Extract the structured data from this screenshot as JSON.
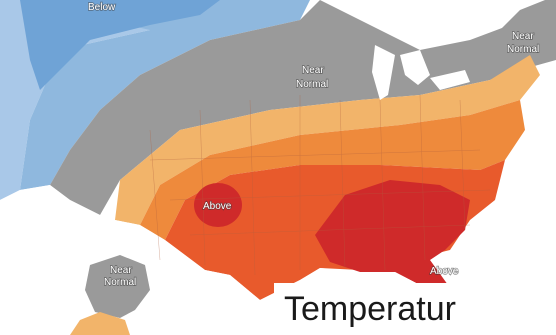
{
  "map": {
    "caption": "Temperatur",
    "regions": [
      {
        "name": "below",
        "label": "Below",
        "color": "#8fb8de"
      },
      {
        "name": "below-core",
        "label": "",
        "color": "#6fa3d6"
      },
      {
        "name": "near-normal",
        "label": "Near\nNormal",
        "color": "#9a9a9a"
      },
      {
        "name": "above-light",
        "label": "",
        "color": "#f2a860"
      },
      {
        "name": "above",
        "label": "Above",
        "color": "#e8582e"
      },
      {
        "name": "above-core",
        "label": "Above",
        "color": "#cf2a2a"
      }
    ],
    "labels": {
      "top_below": "Below",
      "near_normal_1": "Near",
      "near_normal_2": "Normal",
      "ne_near": "Near",
      "ne_normal": "Normal",
      "texas_above": "Above",
      "florida_above": "Above",
      "alaska_near": "Near",
      "alaska_normal": "Normal"
    },
    "colors": {
      "below_light": "#a9c8e8",
      "below_mid": "#8fb8de",
      "below_dark": "#6fa3d6",
      "near_normal": "#9a9a9a",
      "above_light": "#f2b46a",
      "above_mid": "#ee8a3c",
      "above": "#e85a2c",
      "above_dark": "#cf2a2a",
      "lakes": "#ffffff",
      "state_lines": "#b06040"
    }
  }
}
